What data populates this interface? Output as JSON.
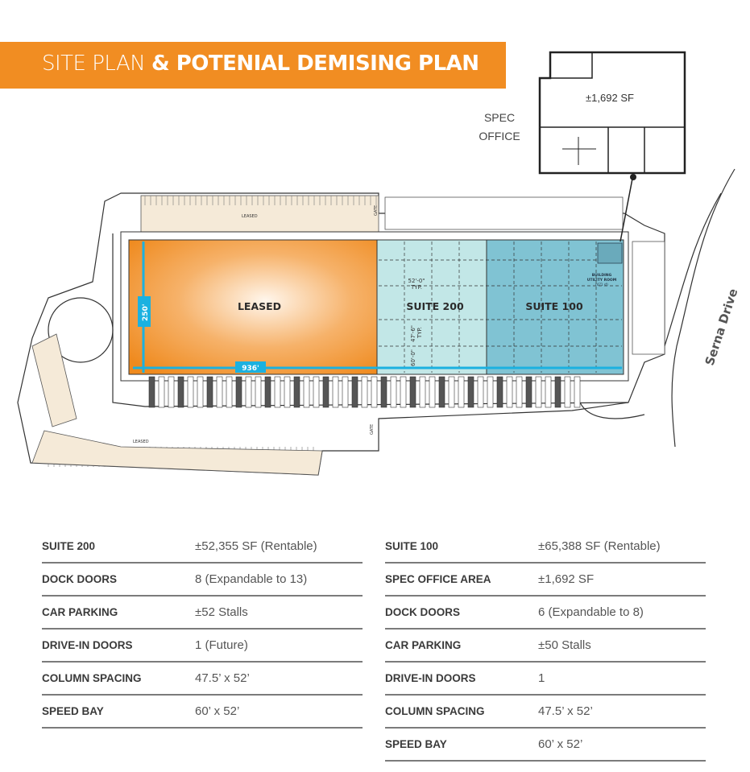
{
  "banner": {
    "title_light": "SITE PLAN",
    "title_bold": "& POTENIAL DEMISING PLAN",
    "color": "#f18d22"
  },
  "office": {
    "area": "±1,692 SF",
    "label_line1": "SPEC",
    "label_line2": "OFFICE"
  },
  "plan": {
    "leased_label": "LEASED",
    "suite200_label": "SUITE 200",
    "suite100_label": "SUITE 100",
    "dim_width": "936'",
    "dim_depth": "250'",
    "col_spacing_x": "52'-0\"",
    "col_spacing_y": "47'-6\"",
    "speed_bay": "60'-0\"",
    "typ": "TYP.",
    "utility_room_line1": "BUILDING",
    "utility_room_line2": "UTILITY ROOM",
    "utility_room_line3": "(471 sf)",
    "parking_leased_top": "LEASED",
    "parking_leased_bottom": "LEASED",
    "gate": "GATE",
    "street": "Serna Drive",
    "colors": {
      "leased": "#f18d22",
      "suite200": "#c2e7e7",
      "suite100": "#80c3d3",
      "dimension": "#1bb1e0"
    }
  },
  "suite200": [
    {
      "label": "SUITE 200",
      "value": "±52,355 SF (Rentable)"
    },
    {
      "label": "DOCK DOORS",
      "value": "8 (Expandable to 13)"
    },
    {
      "label": "CAR PARKING",
      "value": "±52 Stalls"
    },
    {
      "label": "DRIVE-IN DOORS",
      "value": "1 (Future)"
    },
    {
      "label": "COLUMN SPACING",
      "value": "47.5’ x 52’"
    },
    {
      "label": "SPEED BAY",
      "value": "60’ x 52’"
    }
  ],
  "suite100": [
    {
      "label": "SUITE 100",
      "value": "±65,388 SF (Rentable)"
    },
    {
      "label": "SPEC OFFICE AREA",
      "value": "±1,692 SF"
    },
    {
      "label": "DOCK DOORS",
      "value": "6 (Expandable to 8)"
    },
    {
      "label": "CAR PARKING",
      "value": "±50 Stalls"
    },
    {
      "label": "DRIVE-IN DOORS",
      "value": "1"
    },
    {
      "label": "COLUMN SPACING",
      "value": "47.5’ x 52’"
    },
    {
      "label": "SPEED BAY",
      "value": "60’ x 52’"
    }
  ]
}
